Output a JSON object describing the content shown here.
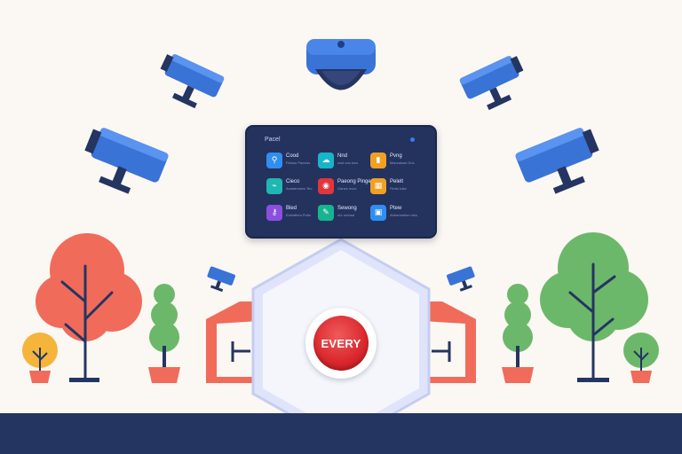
{
  "panel": {
    "title": "Pacel",
    "apps": [
      {
        "label": "Cood",
        "sub": "Pianso Pacciss",
        "color": "#2f8ef0",
        "icon": "search-icon",
        "glyph": "⚲"
      },
      {
        "label": "Nnd",
        "sub": "cost cos tocs",
        "color": "#17b5c7",
        "icon": "cloud-icon",
        "glyph": "☁"
      },
      {
        "label": "Pvng",
        "sub": "Mancaluss Gnc",
        "color": "#f2a023",
        "icon": "chart-icon",
        "glyph": "▮"
      },
      {
        "label": "Cieco",
        "sub": "Avaratmoics Teo",
        "color": "#1fb7b1",
        "icon": "graph-icon",
        "glyph": "⌁"
      },
      {
        "label": "Paeong Pinge",
        "sub": "Ganes nocs",
        "color": "#e2353c",
        "icon": "camera-icon",
        "glyph": "◉"
      },
      {
        "label": "Pelelt",
        "sub": "Fimis lolse",
        "color": "#f2a023",
        "icon": "calendar-icon",
        "glyph": "▦"
      },
      {
        "label": "Bled",
        "sub": "Ecltrafiem Pollo",
        "color": "#8b4fe0",
        "icon": "lock-icon",
        "glyph": "⚷"
      },
      {
        "label": "Sewong",
        "sub": "ohr nmhad",
        "color": "#17b58f",
        "icon": "wand-icon",
        "glyph": "✎"
      },
      {
        "label": "Ptew",
        "sub": "Ahtmmmtion ntcs",
        "color": "#2f8ef0",
        "icon": "window-icon",
        "glyph": "▣"
      }
    ]
  },
  "center_button": {
    "label": "EVERY",
    "color": "#d9262c"
  },
  "icons": {
    "cameras": [
      "security-camera-icon",
      "dome-camera-icon"
    ],
    "trees": [
      "tree-icon"
    ],
    "plants": [
      "potted-plant-icon"
    ]
  },
  "colors": {
    "camera": "#3a73d6",
    "panel": "#24325e",
    "ground": "#243561",
    "tree_red": "#f06b5a",
    "tree_green": "#6cb86a"
  }
}
